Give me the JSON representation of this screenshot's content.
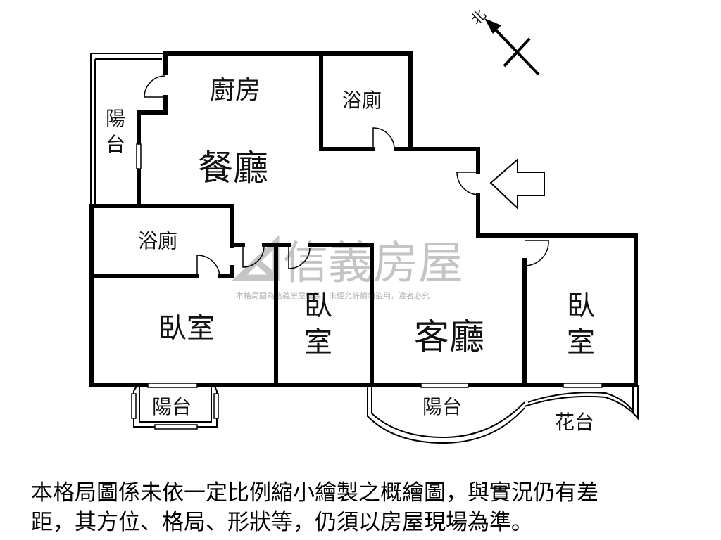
{
  "rooms": {
    "kitchen": "廚房",
    "bath_top": "浴廁",
    "dining": "餐廳",
    "balcony_left": [
      "陽",
      "台"
    ],
    "bath_mid": "浴廁",
    "bedroom_left": "臥室",
    "bedroom_mid": [
      "臥",
      "室"
    ],
    "living": "客廳",
    "bedroom_right": [
      "臥",
      "室"
    ],
    "balcony_bottom_left": "陽台",
    "balcony_bottom_mid": "陽台",
    "garden": "花台"
  },
  "compass": {
    "north": "北"
  },
  "watermark": {
    "brand": "信義房屋",
    "notice": "本格局圖為信義房屋繪製，未經允許請勿盜用，違者必究"
  },
  "disclaimer": {
    "line1": "本格局圖係未依一定比例縮小繪製之概繪圖，與實況仍有差",
    "line2": "距，其方位、格局、形狀等，仍須以房屋現場為準。"
  },
  "colors": {
    "wall": "#000000",
    "watermark": "#c8c8c8",
    "background": "#ffffff"
  }
}
